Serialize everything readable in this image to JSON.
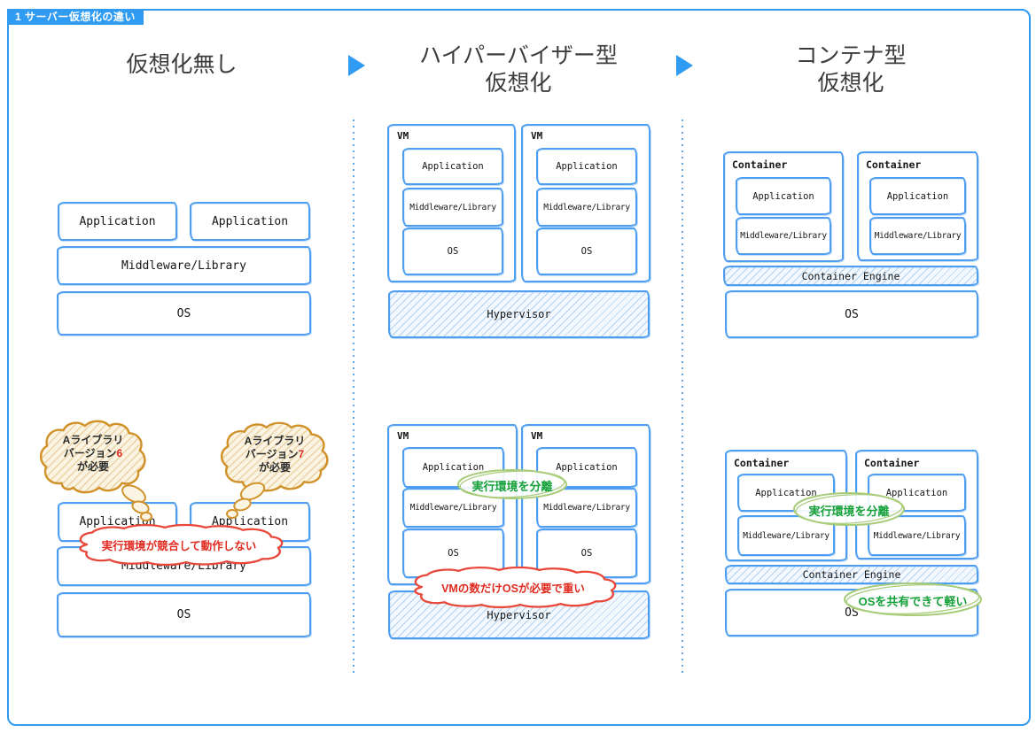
{
  "badge": {
    "label": "1 サーバー仮想化の違い"
  },
  "columns": [
    {
      "title_line1": "仮想化無し",
      "title_line2": ""
    },
    {
      "title_line1": "ハイパーバイザー型",
      "title_line2": "仮想化"
    },
    {
      "title_line1": "コンテナ型",
      "title_line2": "仮想化"
    }
  ],
  "labels": {
    "application": "Application",
    "middleware": "Middleware/Library",
    "os": "OS",
    "vm": "VM",
    "container": "Container",
    "hypervisor": "Hypervisor",
    "container_engine": "Container Engine"
  },
  "callouts": {
    "cloud_left": {
      "line1": "Aライブラリ",
      "line2_prefix": "バージョン",
      "version": "6",
      "line3": "が必要"
    },
    "cloud_right": {
      "line1": "Aライブラリ",
      "line2_prefix": "バージョン",
      "version": "7",
      "line3": "が必要"
    },
    "conflict": "実行環境が競合して動作しない",
    "vm_heavy": "VMの数だけOSが必要で重い",
    "isolate_vm": "実行環境を分離",
    "isolate_container": "実行環境を分離",
    "os_share": "OSを共有できて軽い"
  },
  "colors": {
    "accent_blue": "#2f9bf3",
    "box_blue": "#4d9df0",
    "alert_red": "#e02b20",
    "ok_green": "#13a038",
    "green_stroke": "#a8cc7a",
    "cloud_orange": "#d09129"
  }
}
